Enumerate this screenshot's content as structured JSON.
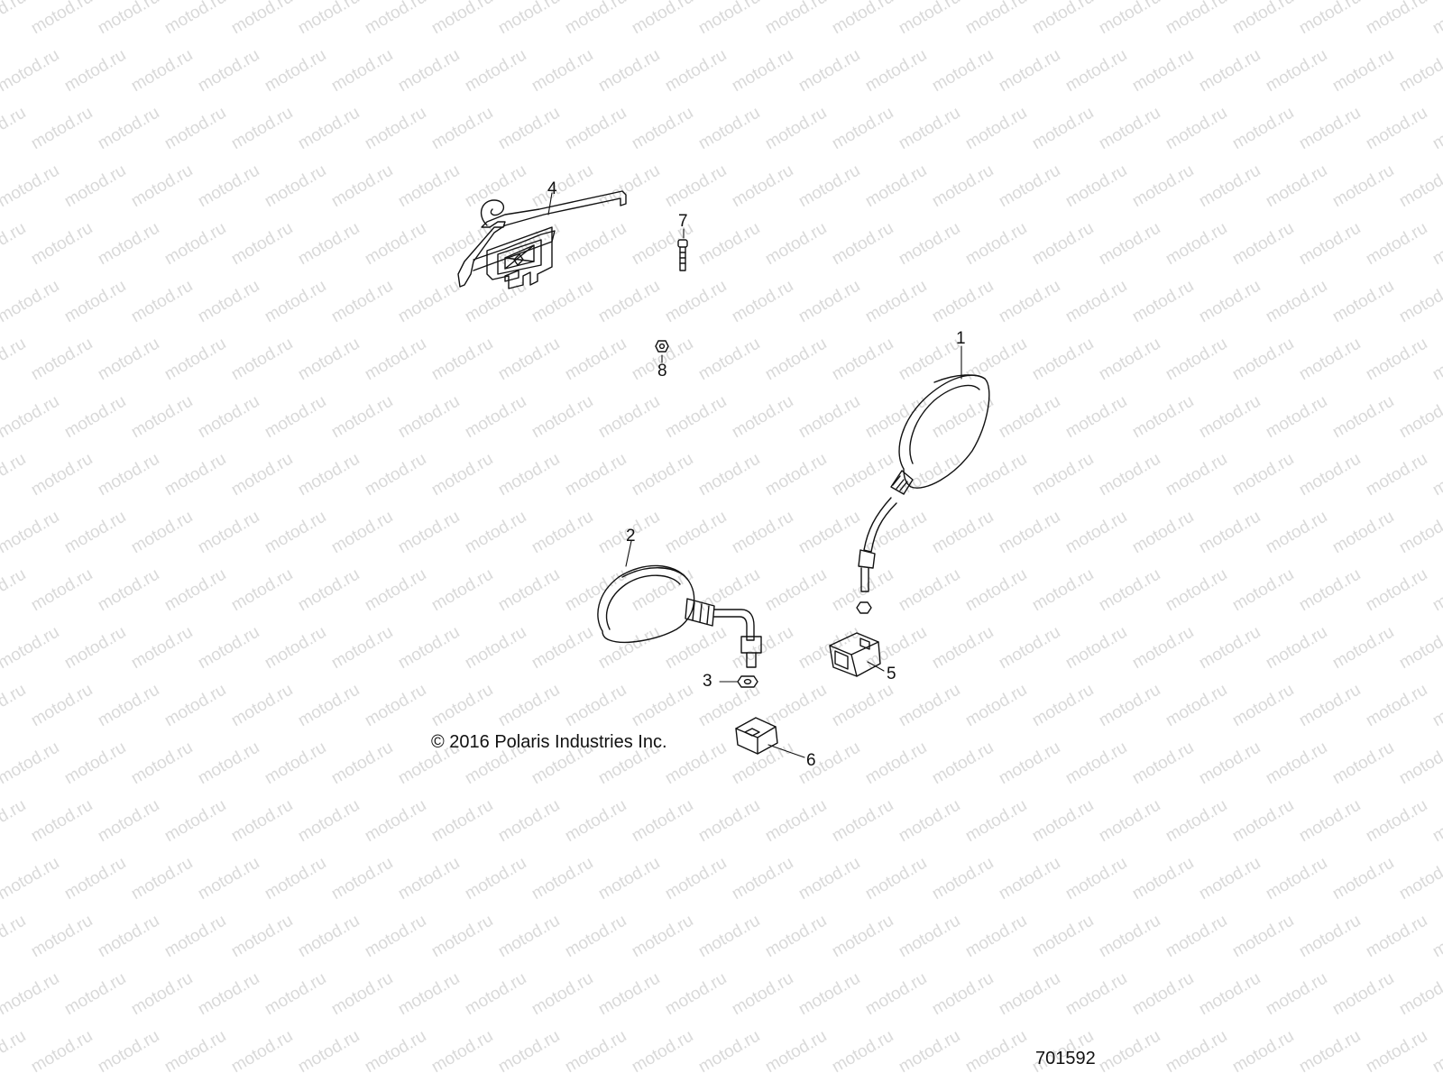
{
  "watermark": {
    "text": "motod.ru"
  },
  "callouts": [
    {
      "id": "1",
      "label": "1"
    },
    {
      "id": "2",
      "label": "2"
    },
    {
      "id": "3",
      "label": "3"
    },
    {
      "id": "4",
      "label": "4"
    },
    {
      "id": "5",
      "label": "5"
    },
    {
      "id": "6",
      "label": "6"
    },
    {
      "id": "7",
      "label": "7"
    },
    {
      "id": "8",
      "label": "8"
    }
  ],
  "copyright": "© 2016 Polaris Industries Inc.",
  "drawing_number": "701592"
}
